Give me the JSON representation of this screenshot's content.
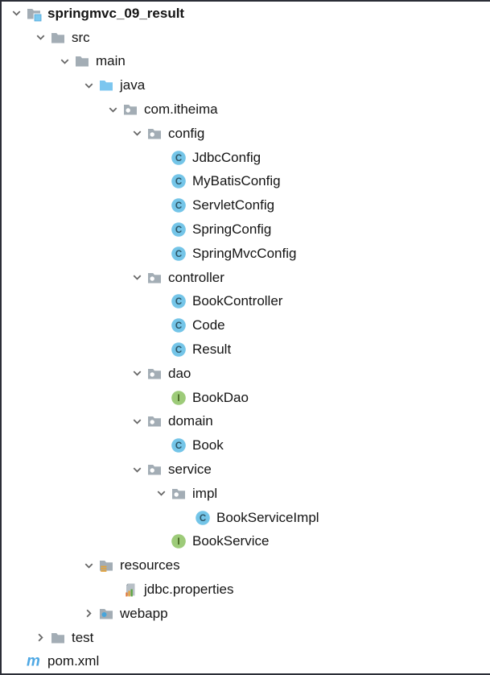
{
  "colors": {
    "background": "#FFFFFF",
    "border": "#2B2E37",
    "text": "#141414",
    "chevron": "#666666",
    "folder_gray": "#A3ADB5",
    "sources_folder_blue": "#7CC6EF",
    "project_badge_blue": "#7CC9F0",
    "project_badge_stroke": "#4AA3D8",
    "class_circle_blue": "#74C5E8",
    "class_letter": "#2D5566",
    "interface_circle_green": "#9DCB79",
    "interface_letter": "#3F611E",
    "resources_bars_amber": "#E3A238",
    "web_dot_blue": "#47A5DC",
    "properties_file_gray": "#B7BFC6",
    "properties_fold_gray": "#8F99A1",
    "properties_bar_orange": "#E0793A",
    "properties_bar_amber": "#E8A23B",
    "properties_bar_green": "#5EA640",
    "maven_blue": "#4FA8E4"
  },
  "tree": {
    "rows": [
      {
        "label": "springmvc_09_result",
        "depth": 0,
        "chevron": "expanded",
        "icon": "project-folder",
        "bold": true
      },
      {
        "label": "src",
        "depth": 1,
        "chevron": "expanded",
        "icon": "folder"
      },
      {
        "label": "main",
        "depth": 2,
        "chevron": "expanded",
        "icon": "folder"
      },
      {
        "label": "java",
        "depth": 3,
        "chevron": "expanded",
        "icon": "sources-folder"
      },
      {
        "label": "com.itheima",
        "depth": 4,
        "chevron": "expanded",
        "icon": "package"
      },
      {
        "label": "config",
        "depth": 5,
        "chevron": "expanded",
        "icon": "package"
      },
      {
        "label": "JdbcConfig",
        "depth": 6,
        "chevron": "none",
        "icon": "class"
      },
      {
        "label": "MyBatisConfig",
        "depth": 6,
        "chevron": "none",
        "icon": "class"
      },
      {
        "label": "ServletConfig",
        "depth": 6,
        "chevron": "none",
        "icon": "class"
      },
      {
        "label": "SpringConfig",
        "depth": 6,
        "chevron": "none",
        "icon": "class"
      },
      {
        "label": "SpringMvcConfig",
        "depth": 6,
        "chevron": "none",
        "icon": "class"
      },
      {
        "label": "controller",
        "depth": 5,
        "chevron": "expanded",
        "icon": "package"
      },
      {
        "label": "BookController",
        "depth": 6,
        "chevron": "none",
        "icon": "class"
      },
      {
        "label": "Code",
        "depth": 6,
        "chevron": "none",
        "icon": "class"
      },
      {
        "label": "Result",
        "depth": 6,
        "chevron": "none",
        "icon": "class"
      },
      {
        "label": "dao",
        "depth": 5,
        "chevron": "expanded",
        "icon": "package"
      },
      {
        "label": "BookDao",
        "depth": 6,
        "chevron": "none",
        "icon": "interface"
      },
      {
        "label": "domain",
        "depth": 5,
        "chevron": "expanded",
        "icon": "package"
      },
      {
        "label": "Book",
        "depth": 6,
        "chevron": "none",
        "icon": "class"
      },
      {
        "label": "service",
        "depth": 5,
        "chevron": "expanded",
        "icon": "package"
      },
      {
        "label": "impl",
        "depth": 6,
        "chevron": "expanded",
        "icon": "package"
      },
      {
        "label": "BookServiceImpl",
        "depth": 7,
        "chevron": "none",
        "icon": "class"
      },
      {
        "label": "BookService",
        "depth": 6,
        "chevron": "none",
        "icon": "interface"
      },
      {
        "label": "resources",
        "depth": 3,
        "chevron": "expanded",
        "icon": "resources-folder"
      },
      {
        "label": "jdbc.properties",
        "depth": 4,
        "chevron": "none",
        "icon": "properties-file"
      },
      {
        "label": "webapp",
        "depth": 3,
        "chevron": "collapsed",
        "icon": "web-folder"
      },
      {
        "label": "test",
        "depth": 1,
        "chevron": "collapsed",
        "icon": "folder"
      },
      {
        "label": "pom.xml",
        "depth": 0,
        "chevron": "none",
        "icon": "maven-file"
      }
    ]
  }
}
